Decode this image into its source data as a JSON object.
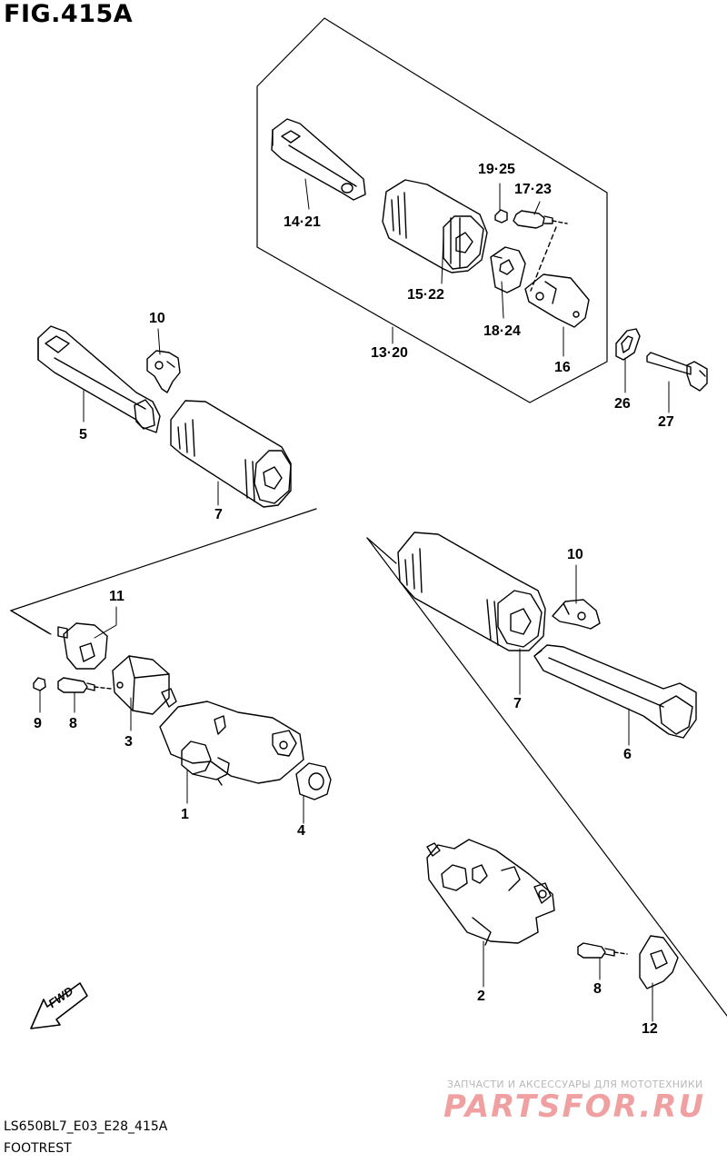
{
  "figure": {
    "title": "FIG.415A",
    "model_code": "LS650BL7_E03_E28_415A",
    "caption": "FOOTREST"
  },
  "callouts": {
    "c13_20": "13·20",
    "c14_21": "14·21",
    "c15_22": "15·22",
    "c16": "16",
    "c17_23": "17·23",
    "c18_24": "18·24",
    "c19_25": "19·25",
    "c26": "26",
    "c27": "27",
    "c5": "5",
    "c7_left": "7",
    "c10_left": "10",
    "c11": "11",
    "c9": "9",
    "c8_left": "8",
    "c3": "3",
    "c1": "1",
    "c4": "4",
    "c10_right": "10",
    "c7_right": "7",
    "c6": "6",
    "c2": "2",
    "c8_right": "8",
    "c12": "12"
  },
  "fwd_label": "FWD",
  "watermark": {
    "tagline": "ЗАПЧАСТИ И АКСЕССУАРЫ ДЛЯ МОТОТЕХНИКИ",
    "logo": "PARTSFOR.RU"
  }
}
